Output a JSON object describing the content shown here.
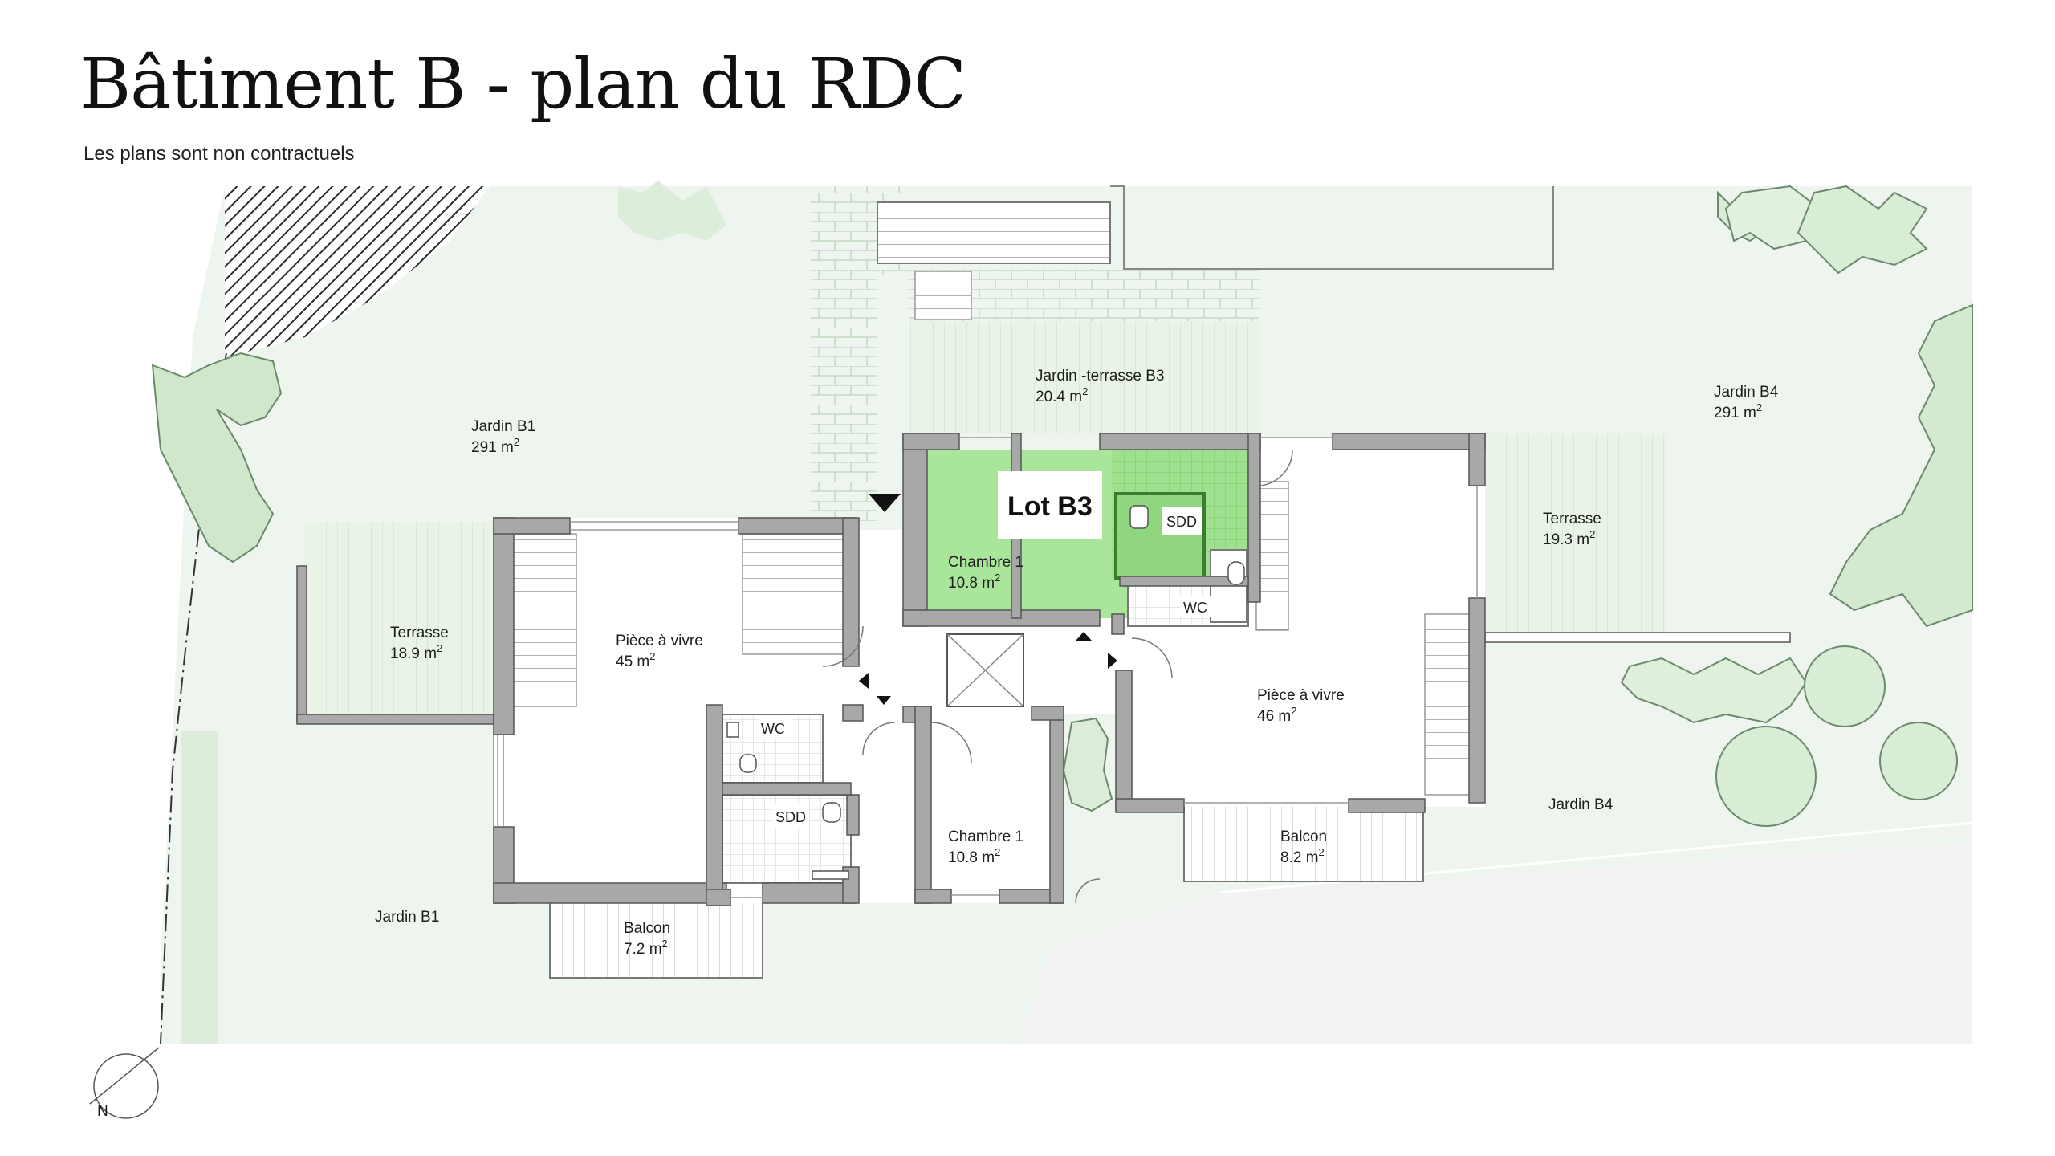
{
  "header": {
    "title": "Bâtiment B - plan du RDC",
    "subtitle": "Les plans sont non contractuels"
  },
  "colors": {
    "garden": "#eef5ee",
    "garden_terrace": "#ddeedd",
    "tree": "#d9ecd6",
    "tree_outline": "#6b8a6b",
    "wall": "#a8a8a8",
    "wall_outline": "#555555",
    "lot_highlight": "#a9e59a",
    "lot_highlight_dark": "#8fd67e",
    "hatch": "#2b2b2b",
    "road": "#f2f2f2"
  },
  "rooms": {
    "jardin_b1_top": {
      "name": "Jardin B1",
      "area": "291 m",
      "exp": "2"
    },
    "jardin_terrasse_b3": {
      "name": "Jardin -terrasse B3",
      "area": "20.4 m",
      "exp": "2"
    },
    "jardin_b4_top": {
      "name": "Jardin B4",
      "area": "291 m",
      "exp": "2"
    },
    "terrasse_left": {
      "name": "Terrasse",
      "area": "18.9 m",
      "exp": "2"
    },
    "piece_vivre_left": {
      "name": "Pièce à vivre",
      "area": "45 m",
      "exp": "2"
    },
    "chambre1_b3": {
      "name": "Chambre 1",
      "area": "10.8 m",
      "exp": "2"
    },
    "terrasse_right": {
      "name": "Terrasse",
      "area": "19.3 m",
      "exp": "2"
    },
    "piece_vivre_right": {
      "name": "Pièce à vivre",
      "area": "46 m",
      "exp": "2"
    },
    "chambre1_center": {
      "name": "Chambre 1",
      "area": "10.8 m",
      "exp": "2"
    },
    "balcon_right": {
      "name": "Balcon",
      "area": "8.2 m",
      "exp": "2"
    },
    "balcon_left": {
      "name": "Balcon",
      "area": "7.2 m",
      "exp": "2"
    },
    "jardin_b1_bottom": {
      "name": "Jardin B1"
    },
    "jardin_b4_bottom": {
      "name": "Jardin B4"
    }
  },
  "small_labels": {
    "wc_left": "WC",
    "sdd_left": "SDD",
    "sdd_lot": "SDD",
    "wc_right": "WC"
  },
  "lot_label": "Lot B3",
  "compass": {
    "label": "N"
  }
}
